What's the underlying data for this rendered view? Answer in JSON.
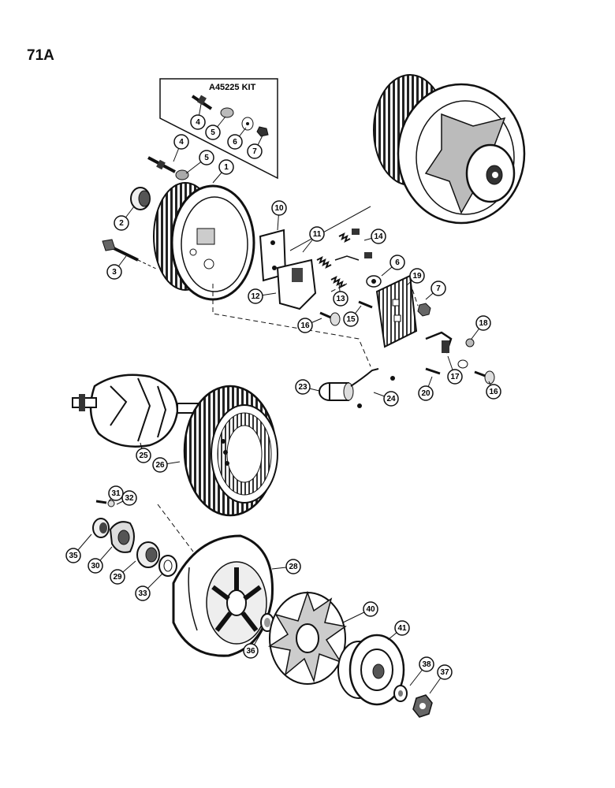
{
  "page": {
    "number": "71A"
  },
  "kit": {
    "label": "A45225 KIT"
  },
  "callouts": [
    "4",
    "5",
    "6",
    "7",
    "4",
    "5",
    "1",
    "2",
    "3",
    "10",
    "11",
    "14",
    "6",
    "19",
    "7",
    "12",
    "13",
    "16",
    "15",
    "18",
    "17",
    "16",
    "20",
    "23",
    "24",
    "25",
    "26",
    "31",
    "32",
    "35",
    "30",
    "29",
    "33",
    "28",
    "40",
    "36",
    "41",
    "38",
    "37"
  ],
  "parts": {
    "slip_ring_end_frame": "1",
    "bearing": "2",
    "through_bolt": "3",
    "stud": "4",
    "insulator": "5",
    "washer": "6",
    "nut": "7",
    "regulator": "10",
    "brush_holder": "12",
    "rectifier_bridge": "19",
    "capacitor": "23",
    "rotor": "25",
    "stator": "26",
    "drive_end_frame": "28",
    "fan": "40",
    "pulley": "41",
    "pulley_nut": "37"
  }
}
